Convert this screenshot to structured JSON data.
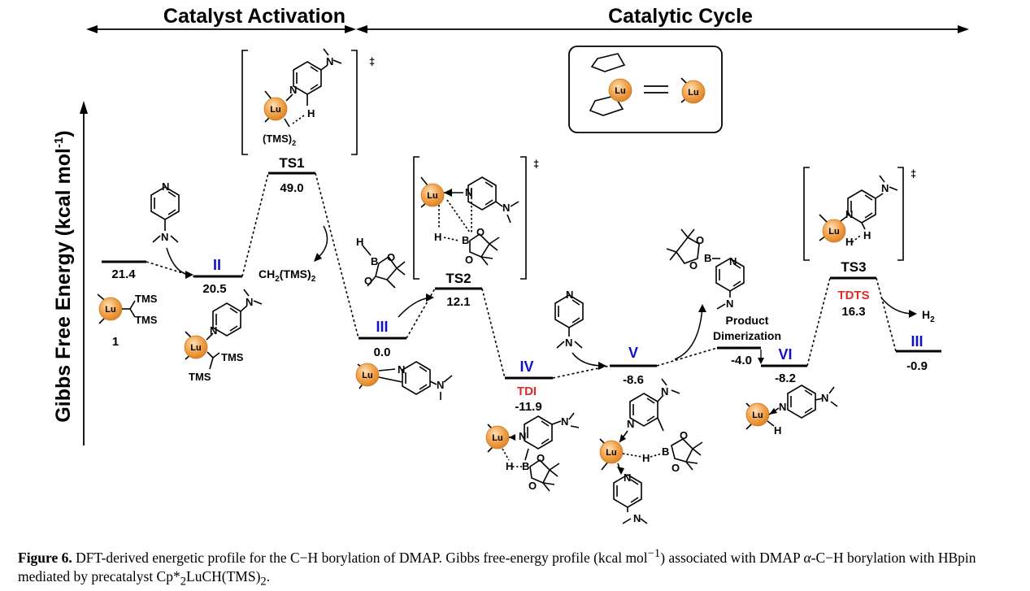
{
  "sections": {
    "activation": "Catalyst Activation",
    "cycle": "Catalytic Cycle"
  },
  "y_axis": {
    "label": "Gibbs Free Energy (kcal mol",
    "label_sup": "-1",
    "label_end": ")"
  },
  "levels": {
    "l1": {
      "energy": "21.4",
      "label": "1"
    },
    "II": {
      "energy": "20.5",
      "label": "II"
    },
    "TS1": {
      "energy": "49.0",
      "label": "TS1"
    },
    "III": {
      "energy": "0.0",
      "label": "III"
    },
    "TS2": {
      "energy": "12.1",
      "label": "TS2"
    },
    "IV": {
      "energy": "-11.9",
      "label": "IV",
      "tag": "TDI"
    },
    "V": {
      "energy": "-8.6",
      "label": "V"
    },
    "prod": {
      "energy": "-4.0",
      "label1": "Product",
      "label2": "Dimerization"
    },
    "VI": {
      "energy": "-8.2",
      "label": "VI"
    },
    "TS3": {
      "energy": "16.3",
      "label": "TS3",
      "tag": "TDTS"
    },
    "III_end": {
      "energy": "-0.9",
      "label": "III"
    }
  },
  "species": {
    "ch2tms2": "CH",
    "ch2tms2_sub1": "2",
    "ch2tms2_mid": "(TMS)",
    "ch2tms2_sub2": "2",
    "h2": "H",
    "h2_sub": "2",
    "tms": "TMS",
    "tms2": "(TMS)",
    "tms2_sub": "2",
    "dagger": "‡"
  },
  "atoms": {
    "lu": "Lu",
    "n": "N",
    "h": "H",
    "b": "B",
    "o": "O"
  },
  "caption": {
    "figure_label": "Figure 6.",
    "text1": " DFT-derived energetic profile for the C−H borylation of DMAP. Gibbs free-energy profile (kcal mol",
    "sup1": "−1",
    "text2": ") associated with DMAP ",
    "alpha": "α",
    "text3": "-C−H borylation with HBpin mediated by precatalyst Cp*",
    "sub1": "2",
    "text4": "LuCH(TMS)",
    "sub2": "2",
    "text5": "."
  },
  "colors": {
    "roman_labels": "#1010c8",
    "highlight": "#e02a2a",
    "lutetium": "#f2a14a"
  }
}
